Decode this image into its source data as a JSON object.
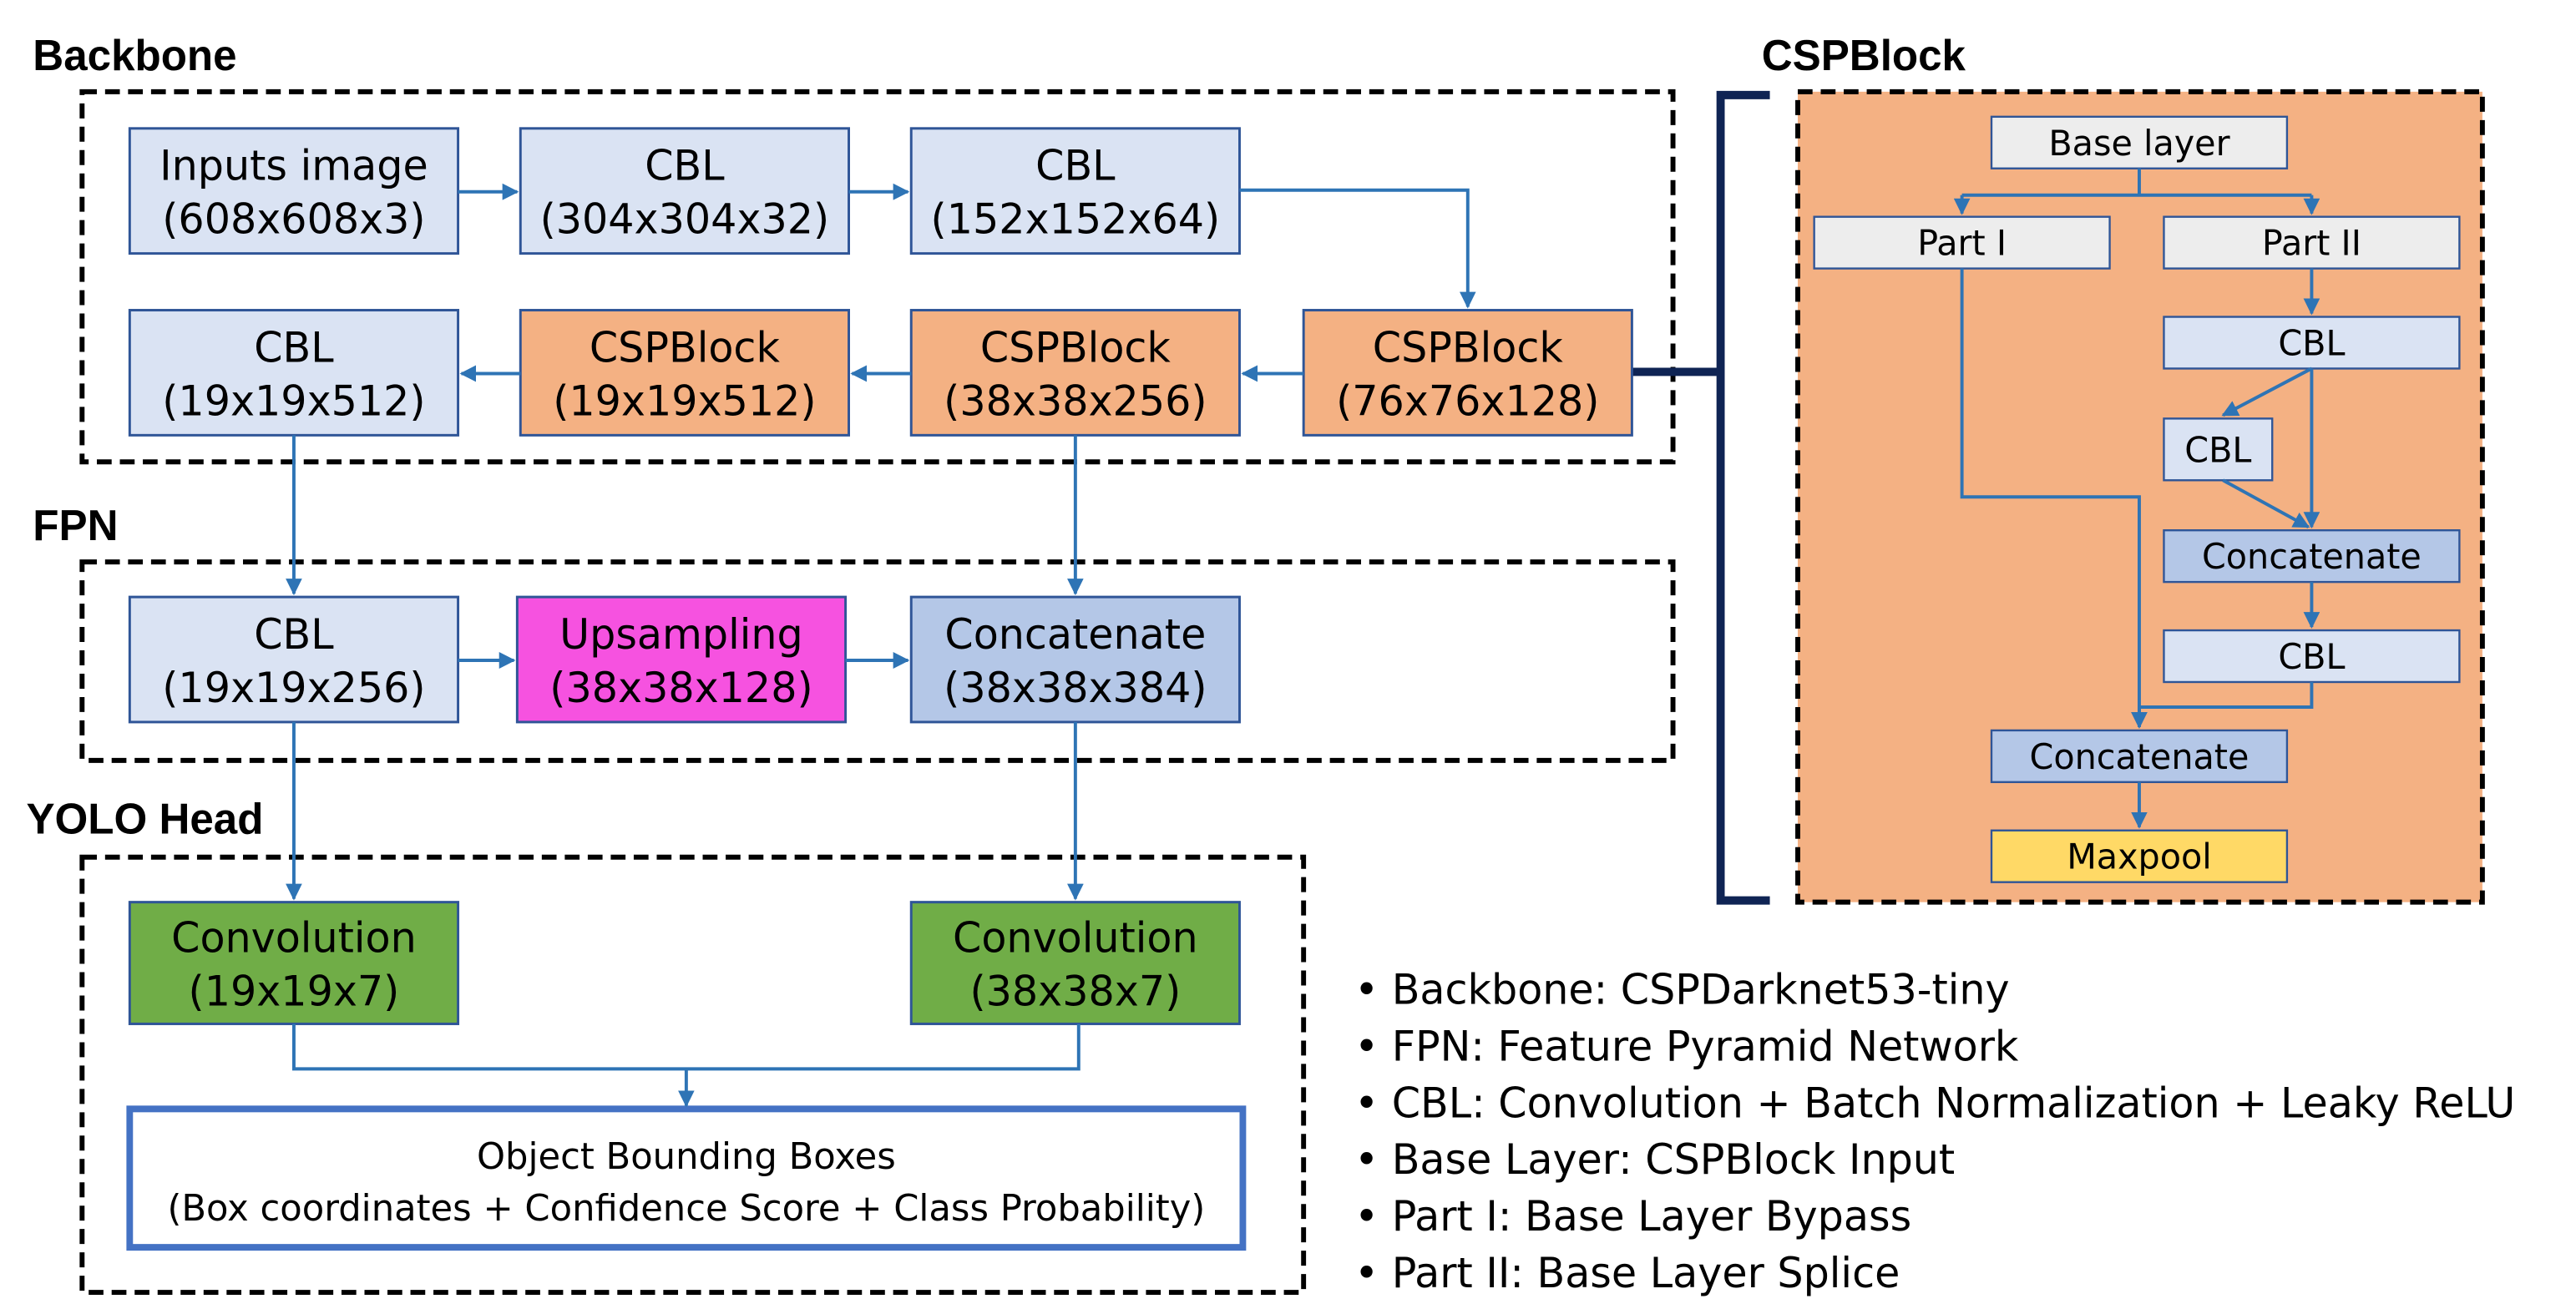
{
  "groups": {
    "backbone": "Backbone",
    "fpn": "FPN",
    "yolo_head": "YOLO Head",
    "cspblock": "CSPBlock"
  },
  "backbone": {
    "input": {
      "line1": "Inputs image",
      "line2": "(608x608x3)"
    },
    "cbl1": {
      "line1": "CBL",
      "line2": "(304x304x32)"
    },
    "cbl2": {
      "line1": "CBL",
      "line2": "(152x152x64)"
    },
    "csp1": {
      "line1": "CSPBlock",
      "line2": "(76x76x128)"
    },
    "csp2": {
      "line1": "CSPBlock",
      "line2": "(38x38x256)"
    },
    "csp3": {
      "line1": "CSPBlock",
      "line2": "(19x19x512)"
    },
    "cbl3": {
      "line1": "CBL",
      "line2": "(19x19x512)"
    }
  },
  "fpn": {
    "cbl": {
      "line1": "CBL",
      "line2": "(19x19x256)"
    },
    "upsampling": {
      "line1": "Upsampling",
      "line2": "(38x38x128)"
    },
    "concat": {
      "line1": "Concatenate",
      "line2": "(38x38x384)"
    }
  },
  "head": {
    "conv1": {
      "line1": "Convolution",
      "line2": "(19x19x7)"
    },
    "conv2": {
      "line1": "Convolution",
      "line2": "(38x38x7)"
    },
    "output": {
      "line1": "Object Bounding Boxes",
      "line2": "(Box coordinates  + Confidence Score + Class Probability)"
    }
  },
  "csp_detail": {
    "base_layer": "Base layer",
    "part1": "Part I",
    "part2": "Part II",
    "cbl_a": "CBL",
    "cbl_b": "CBL",
    "concat_inner": "Concatenate",
    "cbl_c": "CBL",
    "concat_outer": "Concatenate",
    "maxpool": "Maxpool"
  },
  "legend": [
    "• Backbone: CSPDarknet53-tiny",
    "• FPN: Feature Pyramid Network",
    "• CBL: Convolution + Batch Normalization  + Leaky ReLU",
    "• Base Layer: CSPBlock Input",
    "• Part I: Base Layer Bypass",
    "• Part II: Base Layer Splice"
  ],
  "colors": {
    "light_blue": "#dae3f3",
    "orange": "#f4b183",
    "magenta": "#f652e0",
    "mid_blue": "#b4c7e7",
    "green": "#70ad47",
    "gray": "#ededed",
    "yellow": "#ffd966",
    "border_blue": "#2f5597",
    "arrow_blue": "#2e74b5",
    "brace_navy": "#0f2454"
  }
}
